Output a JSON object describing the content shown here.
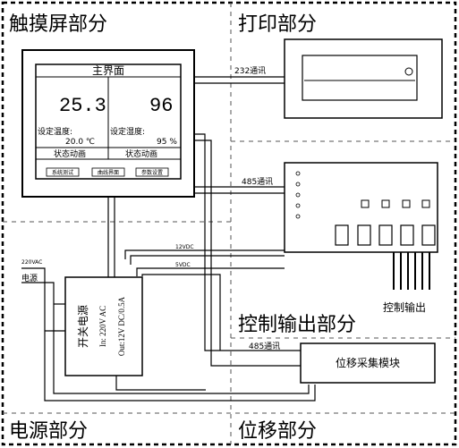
{
  "sections": {
    "touch": "触摸屏部分",
    "print": "打印部分",
    "control": "控制输出部分",
    "power": "电源部分",
    "displacement": "位移部分"
  },
  "screen": {
    "title": "主界面",
    "left_value": "25.3",
    "right_value": "96",
    "left_set_label": "设定温度:",
    "left_set_value": "20.0 ℃",
    "right_set_label": "设定湿度:",
    "right_set_value": "95 %",
    "left_status": "状态动画",
    "right_status": "状态动画",
    "buttons": [
      "系统测试",
      "曲线界面",
      "参数设置"
    ]
  },
  "links": {
    "rs232": "232通讯",
    "rs485_ctrl": "485通讯",
    "rs485_disp": "485通讯",
    "v12": "12VDC",
    "v5": "5VDC",
    "vac": "220VAC",
    "mains": "电源"
  },
  "power_module": {
    "name": "开关电源",
    "input": "In: 220V AC",
    "output": "Out:12V DC/0.5A"
  },
  "control_output": "控制输出",
  "displacement_module": "位移采集模块"
}
